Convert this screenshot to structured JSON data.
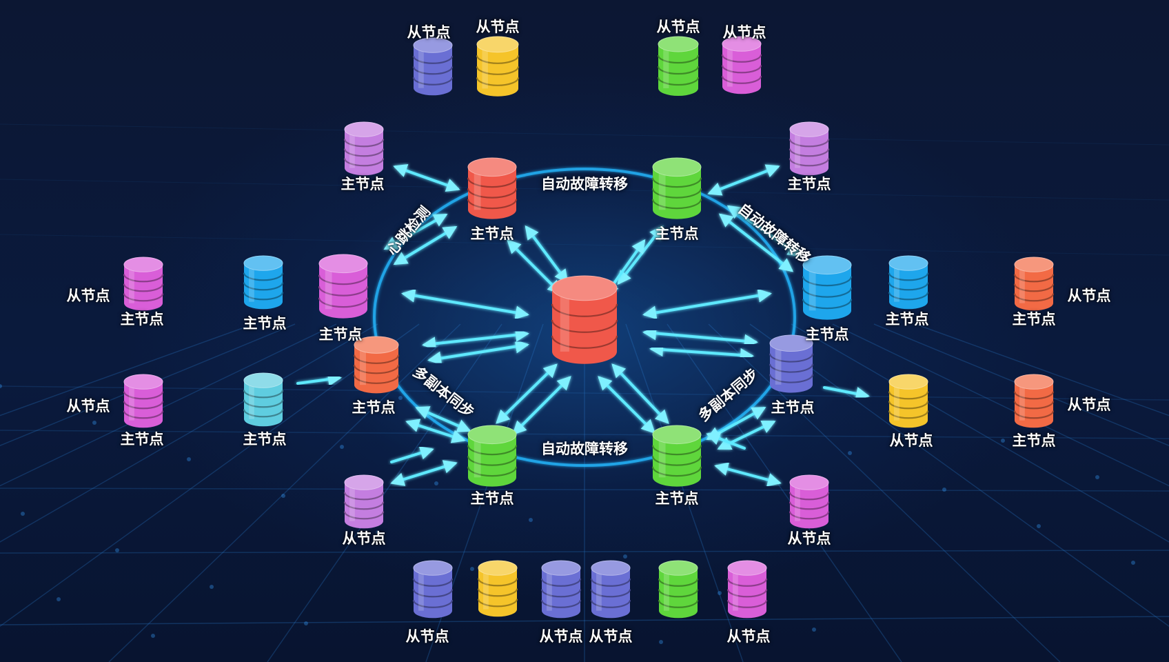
{
  "labels": {
    "primary": "主节点",
    "replica": "从节点",
    "failover": "自动故障转移",
    "heartbeat": "心跳检测",
    "sync": "多副本同步"
  },
  "colors": {
    "red": "#f0584a",
    "green": "#5fd63c",
    "blue": "#1ea6ec",
    "cyan": "#5fcde0",
    "purple": "#6a6fd4",
    "violet": "#c47ee0",
    "magenta": "#d95ed8",
    "yellow": "#f5c42a",
    "orange": "#f26a45",
    "link": "#5ee9ff"
  }
}
